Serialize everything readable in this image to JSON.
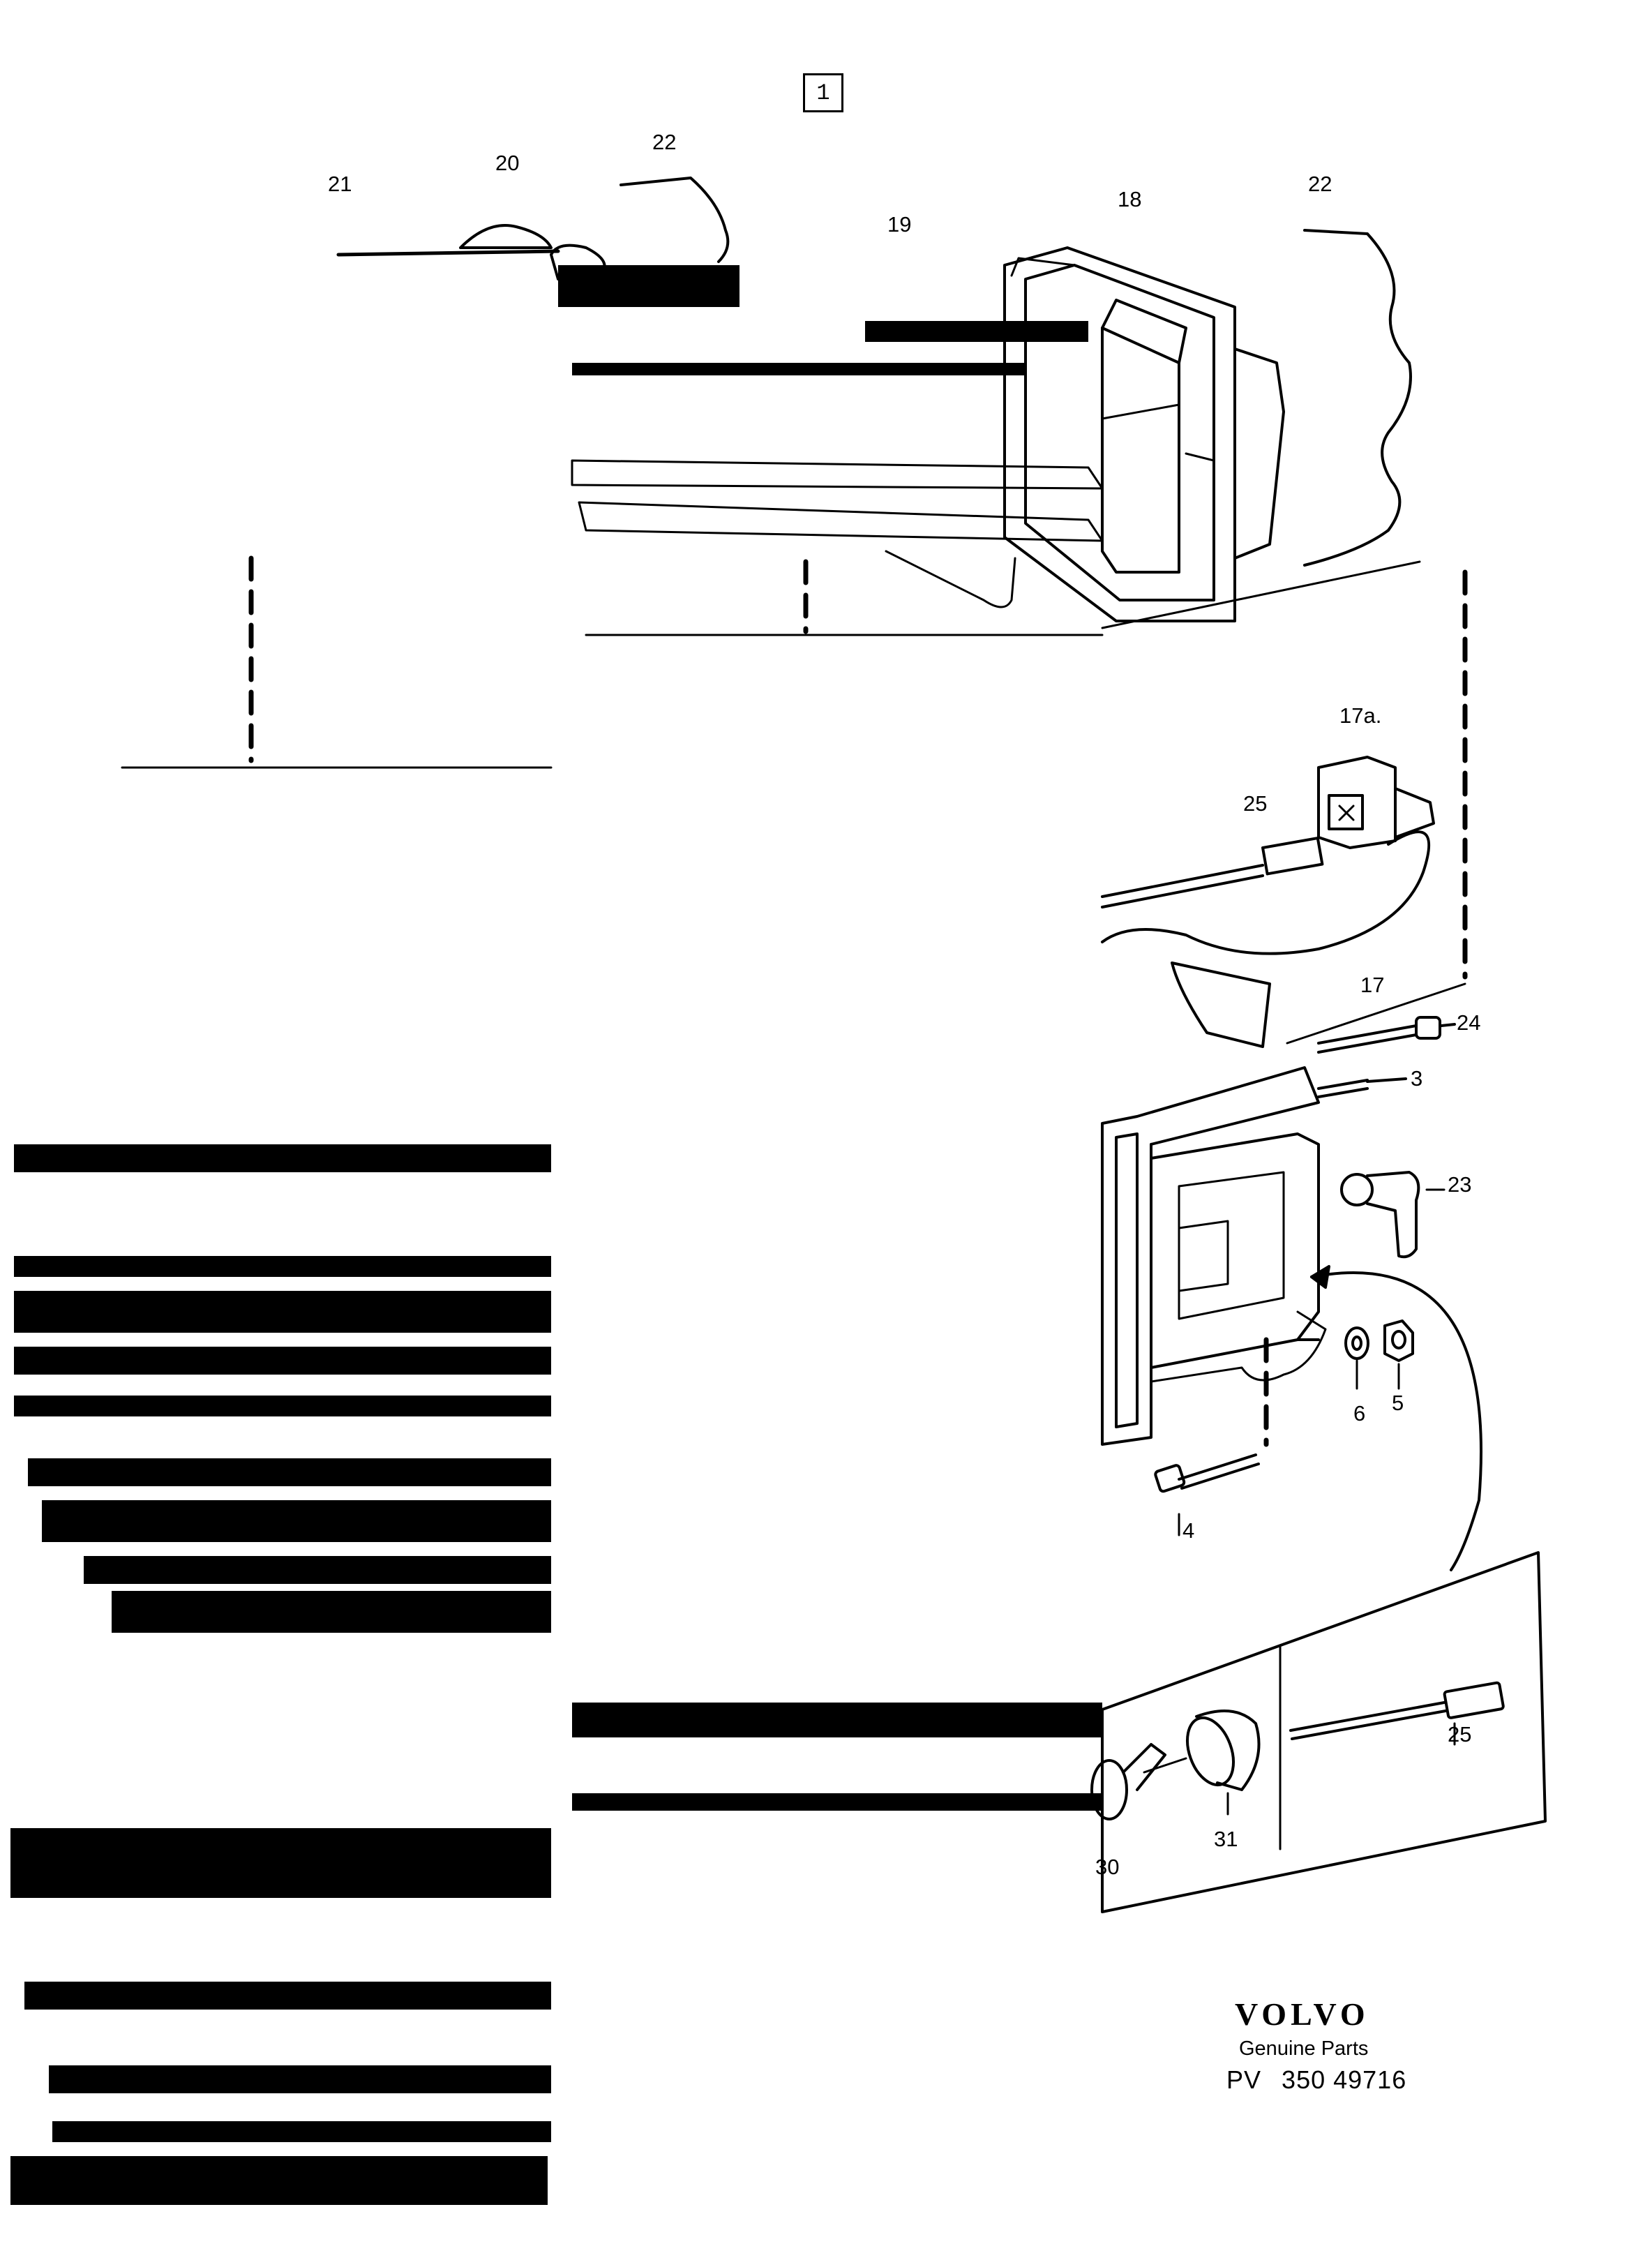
{
  "page": {
    "number": "1"
  },
  "callouts": [
    {
      "id": "c21",
      "text": "21"
    },
    {
      "id": "c20",
      "text": "20"
    },
    {
      "id": "c22a",
      "text": "22"
    },
    {
      "id": "c19",
      "text": "19"
    },
    {
      "id": "c18",
      "text": "18"
    },
    {
      "id": "c22b",
      "text": "22"
    },
    {
      "id": "c17a",
      "text": "17a."
    },
    {
      "id": "c25a",
      "text": "25"
    },
    {
      "id": "c17",
      "text": "17"
    },
    {
      "id": "c24",
      "text": "24"
    },
    {
      "id": "c3",
      "text": "3"
    },
    {
      "id": "c23",
      "text": "23"
    },
    {
      "id": "c6",
      "text": "6"
    },
    {
      "id": "c5",
      "text": "5"
    },
    {
      "id": "c4",
      "text": "4"
    },
    {
      "id": "c25b",
      "text": "25"
    },
    {
      "id": "c31",
      "text": "31"
    },
    {
      "id": "c30",
      "text": "30"
    }
  ],
  "brand": {
    "logo_text": "VOLVO",
    "subtitle": "Genuine Parts",
    "part_number_prefix": "PV",
    "part_number": "350 49716"
  },
  "colors": {
    "ink": "#000000",
    "paper": "#ffffff"
  }
}
